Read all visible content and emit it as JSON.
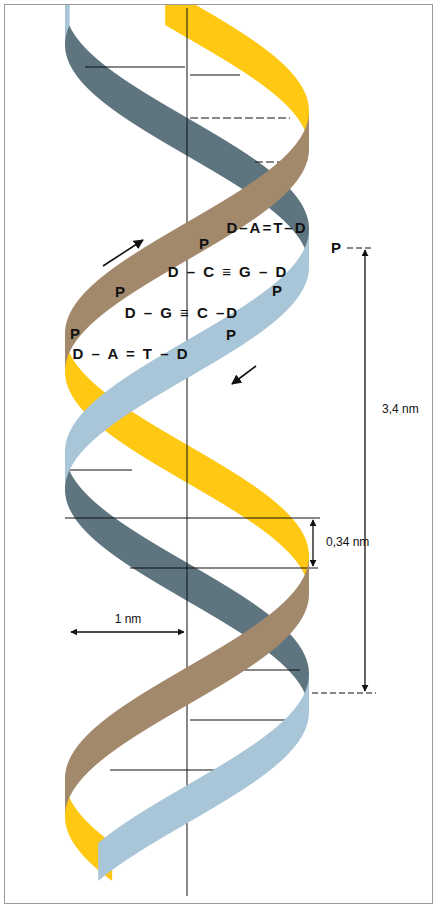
{
  "diagram": {
    "labels": [
      "D–A=T–D",
      "P",
      "P",
      "D – C ≡ G – D",
      "P",
      "P",
      "D – G ≡ C –D",
      "P",
      "P",
      "D – A = T – D",
      "3,4 nm",
      "0,34 nm",
      "1 nm"
    ]
  }
}
